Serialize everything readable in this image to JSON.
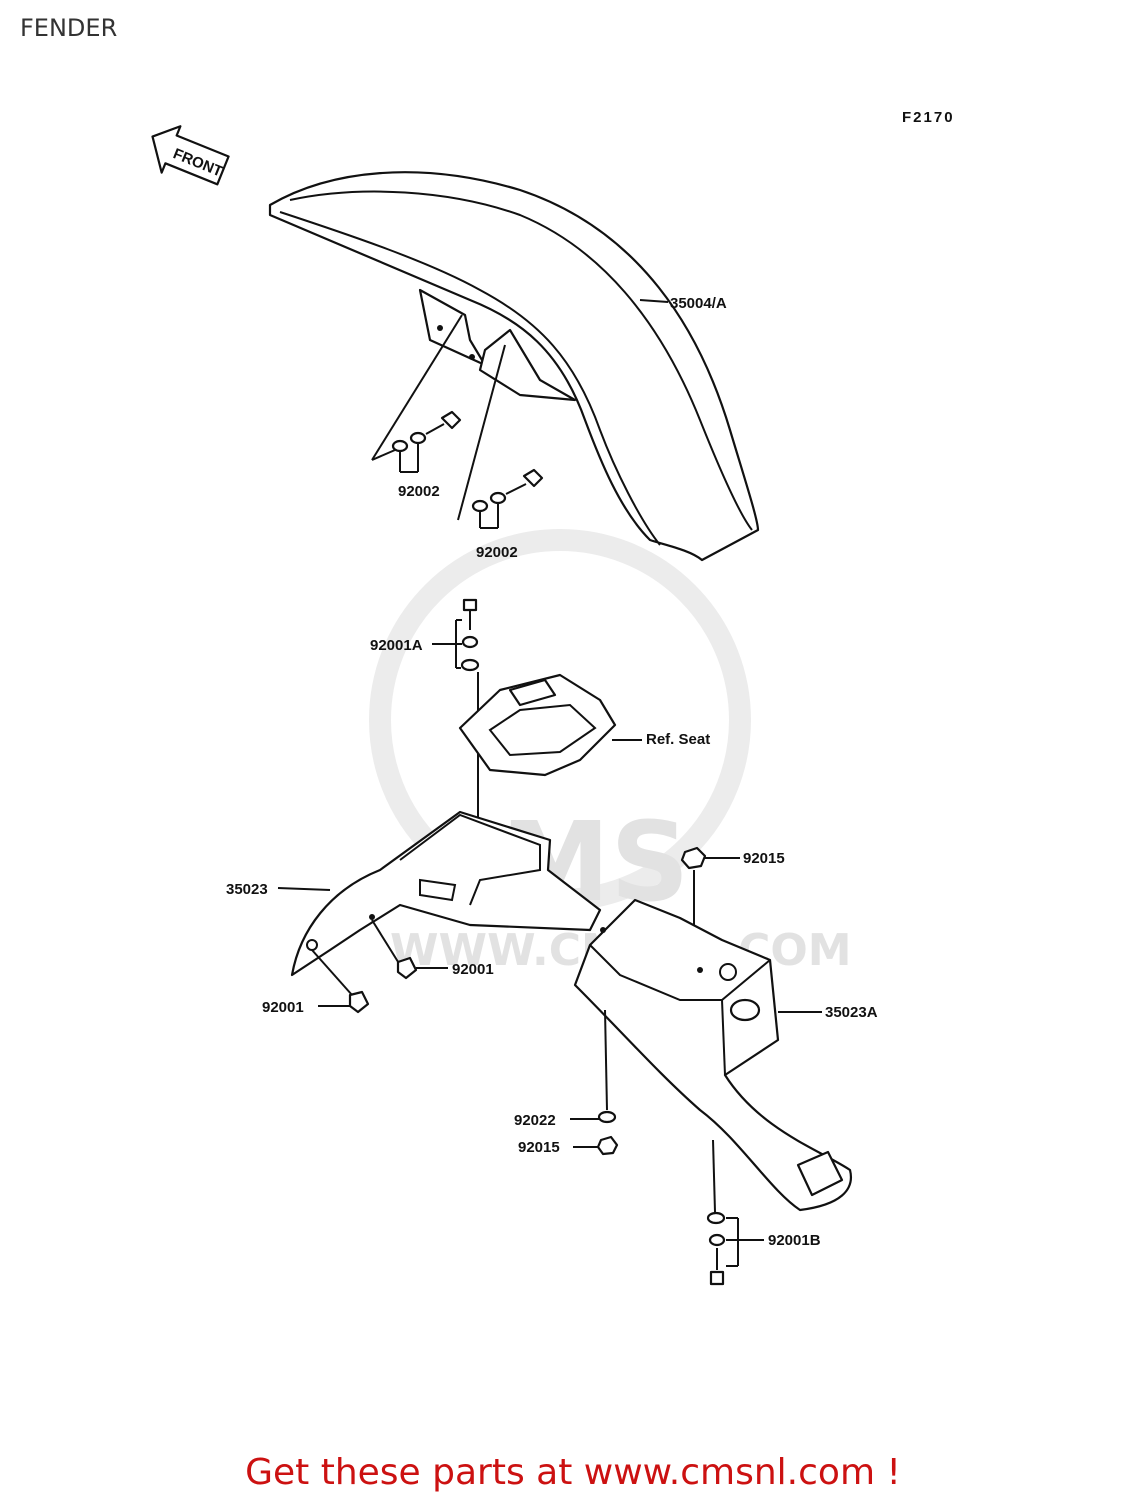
{
  "page": {
    "title": "FENDER",
    "figure_code": "F2170",
    "front_label": "FRONT"
  },
  "callouts": {
    "front_fender": "35004/A",
    "bolt_set_1": "92002",
    "bolt_set_2": "92002",
    "bolt_washer_top": "92001A",
    "ref_seat": "Ref. Seat",
    "nut_top": "92015",
    "rear_fender_front": "35023",
    "bolt_right": "92001",
    "bolt_left": "92001",
    "rear_fender_rear": "35023A",
    "washer_lower": "92022",
    "nut_lower": "92015",
    "bolt_washer_bottom": "92001B"
  },
  "watermark": {
    "brand": "CMS",
    "site": "WWW.CMSNL.COM"
  },
  "promo": {
    "text": "Get these parts at www.cmsnl.com !",
    "color": "#cc1111"
  }
}
